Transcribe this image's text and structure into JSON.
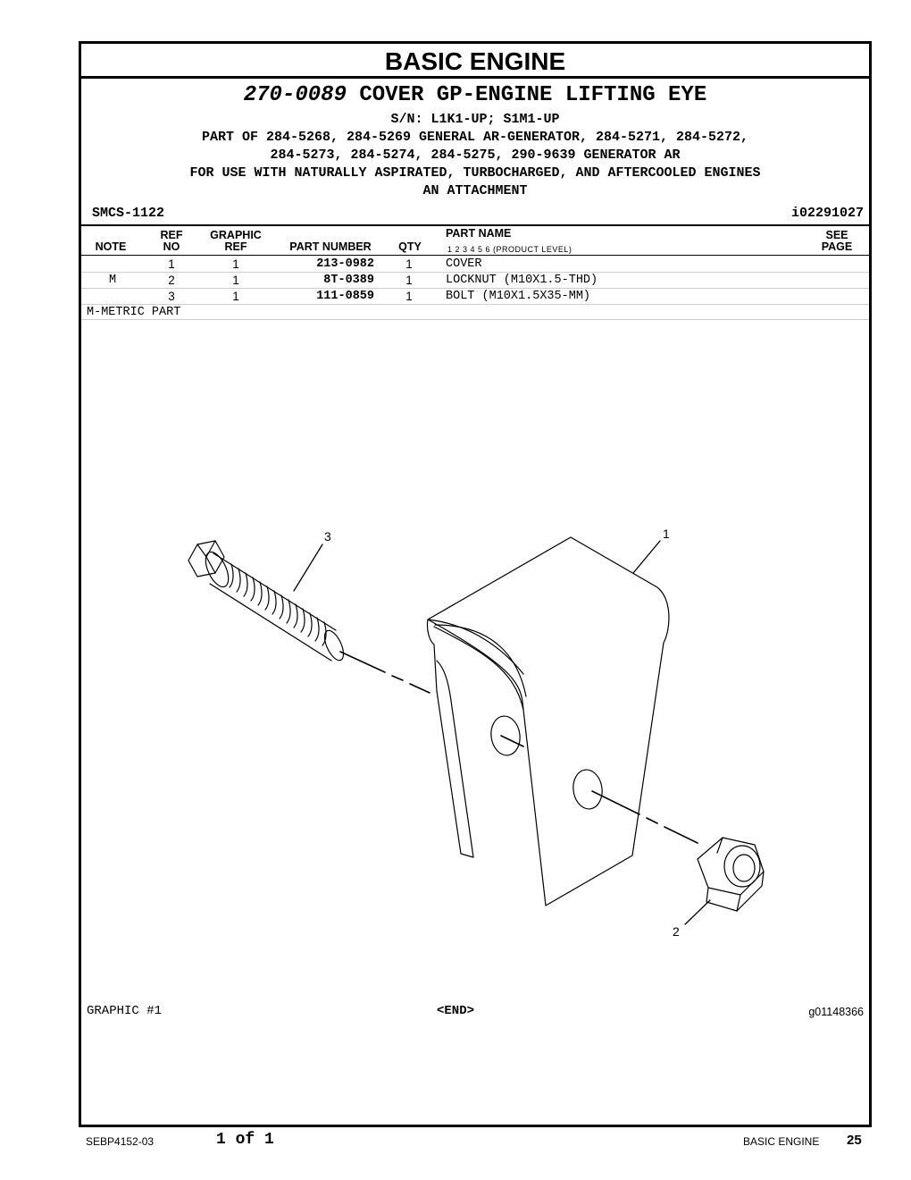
{
  "section_title": "BASIC ENGINE",
  "header": {
    "part_number": "270-0089",
    "part_title": "COVER GP-ENGINE LIFTING EYE",
    "serial": "S/N: L1K1-UP; S1M1-UP",
    "part_of_line1": "PART OF 284-5268, 284-5269 GENERAL AR-GENERATOR, 284-5271, 284-5272,",
    "part_of_line2": "284-5273, 284-5274, 284-5275, 290-9639 GENERATOR AR",
    "use_line": "FOR USE WITH NATURALLY ASPIRATED, TURBOCHARGED, AND AFTERCOOLED ENGINES",
    "attachment": "AN ATTACHMENT",
    "smcs": "SMCS-1122",
    "illustration_id": "i02291027"
  },
  "columns": {
    "note": "NOTE",
    "ref_top": "REF",
    "ref_bottom": "NO",
    "graphic_top": "GRAPHIC",
    "graphic_bottom": "REF",
    "part_number": "PART NUMBER",
    "qty": "QTY",
    "part_name": "PART NAME",
    "product_level": "1    2    3    4    5    6    (PRODUCT LEVEL)",
    "see_top": "SEE",
    "see_bottom": "PAGE"
  },
  "rows": [
    {
      "note": "",
      "ref": "1",
      "graphic": "1",
      "part_number": "213-0982",
      "qty": "1",
      "name": "COVER"
    },
    {
      "note": "M",
      "ref": "2",
      "graphic": "1",
      "part_number": "8T-0389",
      "qty": "1",
      "name": "LOCKNUT (M10X1.5-THD)"
    },
    {
      "note": "",
      "ref": "3",
      "graphic": "1",
      "part_number": "111-0859",
      "qty": "1",
      "name": "BOLT (M10X1.5X35-MM)"
    }
  ],
  "footnote": "M-METRIC PART",
  "callouts": {
    "cover": "1",
    "locknut": "2",
    "bolt": "3"
  },
  "graphic_label": "GRAPHIC #1",
  "end_label": "<END>",
  "graphic_ref": "g01148366",
  "footer": {
    "doc_number": "SEBP4152-03",
    "page_of": "1 of 1",
    "section": "BASIC ENGINE",
    "page_number": "25"
  }
}
